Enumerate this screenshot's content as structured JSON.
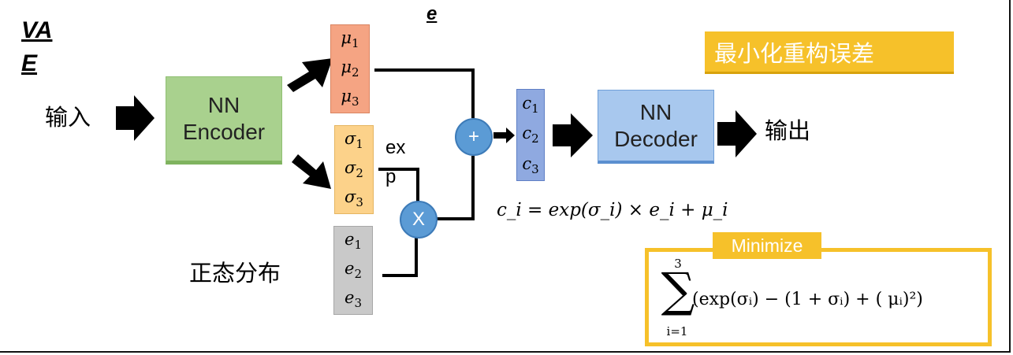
{
  "title": {
    "line1": "VA",
    "line2": "E"
  },
  "top_label": "e",
  "input_label": "输入",
  "output_label": "输出",
  "encoder": {
    "line1": "NN",
    "line2": "Encoder"
  },
  "decoder": {
    "line1": "NN",
    "line2": "Decoder"
  },
  "mu": [
    "μ",
    "μ",
    "μ"
  ],
  "mu_sub": [
    "1",
    "2",
    "3"
  ],
  "sigma": [
    "σ",
    "σ",
    "σ"
  ],
  "sigma_sub": [
    "1",
    "2",
    "3"
  ],
  "e_vals": [
    "e",
    "e",
    "e"
  ],
  "e_sub": [
    "1",
    "2",
    "3"
  ],
  "c_vals": [
    "c",
    "c",
    "c"
  ],
  "c_sub": [
    "1",
    "2",
    "3"
  ],
  "exp_label": {
    "part1": "ex",
    "part2": "p"
  },
  "plus_symbol": "+",
  "times_symbol": "X",
  "normal_label": "正态分布",
  "equation": "c_i = exp(σ_i) × e_i + μ_i",
  "objective_banner": "最小化重构误差",
  "minimize_label": "Minimize",
  "minimize_formula": {
    "sum_upper": "3",
    "sum_lower": "i=1",
    "body": "(exp(σᵢ) − (1 + σᵢ) + ( μᵢ)²)"
  },
  "colors": {
    "encoder": "#a9d18e",
    "decoder": "#a8c8ee",
    "mu": "#f5a483",
    "sigma": "#fcd28a",
    "e": "#c9c9c9",
    "c": "#8fa9e0",
    "circle": "#5b9bd5",
    "highlight": "#f6c12a"
  }
}
